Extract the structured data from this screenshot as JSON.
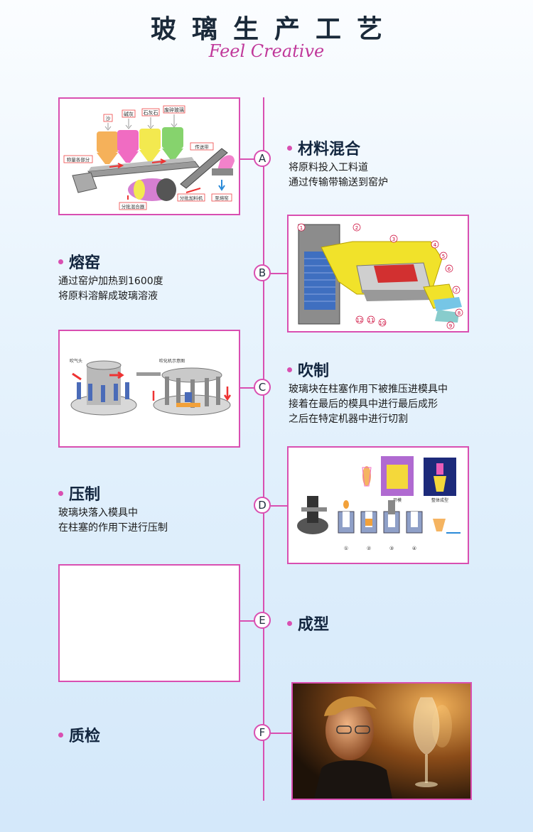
{
  "header": {
    "title": "玻璃生产工艺",
    "subtitle": "Feel Creative"
  },
  "steps": [
    {
      "letter": "A",
      "title": "材料混合",
      "desc": [
        "将原料投入工料道",
        "通过传输带输送到窑炉"
      ]
    },
    {
      "letter": "B",
      "title": "熔窑",
      "desc": [
        "通过窑炉加热到1600度",
        "将原料溶解成玻璃溶液"
      ]
    },
    {
      "letter": "C",
      "title": "吹制",
      "desc": [
        "玻璃块在柱塞作用下被推压进模具中",
        "接着在最后的模具中进行最后成形",
        "之后在特定机器中进行切割"
      ]
    },
    {
      "letter": "D",
      "title": "压制",
      "desc": [
        "玻璃块落入模具中",
        "在柱塞的作用下进行压制"
      ]
    },
    {
      "letter": "E",
      "title": "成型",
      "desc": []
    },
    {
      "letter": "F",
      "title": "质检",
      "desc": []
    }
  ],
  "diagram_a": {
    "labels": [
      "沙",
      "碱灰",
      "石灰石",
      "废碎玻璃",
      "称量各部分",
      "传送带",
      "分批混合器",
      "分批加料机",
      "至熔窑"
    ],
    "colors": {
      "c1": "#f5b15a",
      "c2": "#f06cc2",
      "c3": "#f3e94f",
      "c4": "#86d36d"
    }
  },
  "diagram_b": {
    "numbers": [
      "1",
      "2",
      "3",
      "4",
      "5",
      "6",
      "7",
      "8",
      "9",
      "10",
      "11",
      "12"
    ]
  },
  "diagram_c": {
    "labels": [
      "吹气头",
      "吹化机示意图"
    ]
  },
  "diagram_d": {
    "labels": [
      "开模",
      "整体成型",
      "①",
      "②",
      "③",
      "④"
    ]
  },
  "theme": {
    "accent": "#d94fb1"
  }
}
